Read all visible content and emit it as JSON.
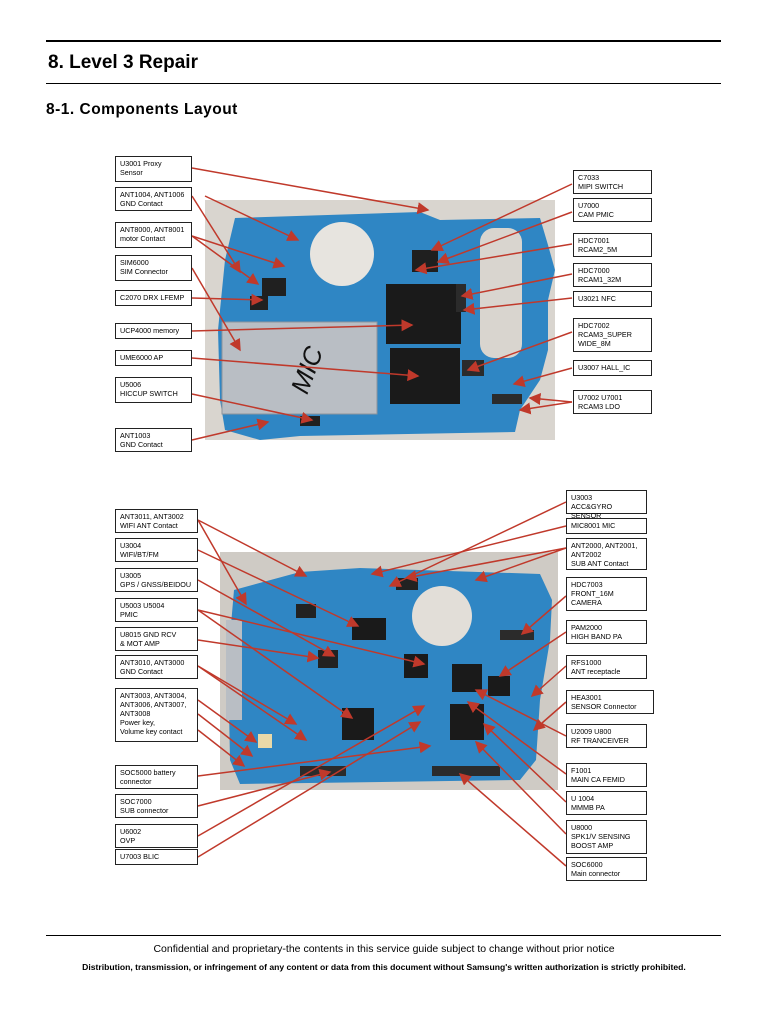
{
  "heading": "8. Level 3 Repair",
  "subheading": "8-1. Components Layout",
  "board_top": {
    "labels": [
      {
        "id": "u3001",
        "text": "U3001  Proxy\nSensor"
      },
      {
        "id": "ant1004",
        "text": "ANT1004, ANT1006\nGND Contact"
      },
      {
        "id": "ant8000",
        "text": "ANT8000, ANT8001\nmotor Contact"
      },
      {
        "id": "sim6000",
        "text": "SIM6000\nSIM Connector"
      },
      {
        "id": "c2070",
        "text": "C2070   DRX LFEMP"
      },
      {
        "id": "ucp4000",
        "text": "UCP4000  memory"
      },
      {
        "id": "ume6000",
        "text": "UME6000  AP"
      },
      {
        "id": "u5006",
        "text": "U5006\nHICCUP  SWITCH"
      },
      {
        "id": "ant1003",
        "text": "ANT1003\nGND Contact"
      },
      {
        "id": "c7033",
        "text": "C7033\nMIPI SWITCH"
      },
      {
        "id": "u7000",
        "text": "U7000\nCAM PMIC"
      },
      {
        "id": "hdc7001",
        "text": "HDC7001\nRCAM2_5M"
      },
      {
        "id": "hdc7000",
        "text": "HDC7000\nRCAM1_32M"
      },
      {
        "id": "u3021",
        "text": "U3021  NFC"
      },
      {
        "id": "hdc7002",
        "text": "HDC7002\nRCAM3_SUPER\nWIDE_8M"
      },
      {
        "id": "u3007",
        "text": "U3007  HALL_IC"
      },
      {
        "id": "u7002",
        "text": "U7002  U7001\nRCAM3 LDO"
      }
    ]
  },
  "board_bottom": {
    "labels": [
      {
        "id": "ant3011",
        "text": "ANT3011, ANT3002\nWIFI ANT Contact"
      },
      {
        "id": "u3004",
        "text": "U3004\nWIFI/BT/FM"
      },
      {
        "id": "u3005",
        "text": "U3005\nGPS / GNSS/BEIDOU"
      },
      {
        "id": "u5003",
        "text": "U5003  U5004\nPMIC"
      },
      {
        "id": "u8015",
        "text": "U8015 GND       RCV\n& MOT AMP"
      },
      {
        "id": "ant3010",
        "text": "ANT3010, ANT3000\nGND Contact"
      },
      {
        "id": "ant3003",
        "text": "ANT3003, ANT3004,\nANT3006, ANT3007,\nANT3008\nPower key,\nVolume key contact"
      },
      {
        "id": "soc5000",
        "text": "SOC5000    battery\nconnector"
      },
      {
        "id": "soc7000",
        "text": "SOC7000\nSUB connector"
      },
      {
        "id": "u6002",
        "text": "U6002\nOVP"
      },
      {
        "id": "u7003",
        "text": "U7003             BLIC"
      },
      {
        "id": "u3003",
        "text": "U3003\nACC&GYRO SENSOR"
      },
      {
        "id": "mic8001",
        "text": "MIC8001  MIC"
      },
      {
        "id": "ant2000",
        "text": "ANT2000, ANT2001,\nANT2002\nSUB ANT  Contact"
      },
      {
        "id": "hdc7003",
        "text": "HDC7003\nFRONT_16M\nCAMERA"
      },
      {
        "id": "pam2000",
        "text": "PAM2000\nHIGH BAND PA"
      },
      {
        "id": "rfs1000",
        "text": "RFS1000\nANT receptacle"
      },
      {
        "id": "hea3001",
        "text": "HEA3001\nSENSOR  Connector"
      },
      {
        "id": "u2009",
        "text": "U2009          U800\nRF TRANCEIVER"
      },
      {
        "id": "f1001",
        "text": "F1001\nMAIN CA FEMID"
      },
      {
        "id": "u1004",
        "text": "U 1004\nMMMB PA"
      },
      {
        "id": "u8000",
        "text": "U8000\nSPK1/V SENSING\nBOOST AMP"
      },
      {
        "id": "soc6000",
        "text": "SOC6000\nMain  connector"
      }
    ]
  },
  "board_top_chip_text": "MIC",
  "footer": {
    "line1": "Confidential and proprietary-the contents in this service guide subject to change without prior notice",
    "line2": "Distribution, transmission, or infringement of any content or data from this document without Samsung's written authorization is strictly prohibited."
  },
  "colors": {
    "pcb": "#2f86c4",
    "pcb_dark": "#1d5f95",
    "leader": "#c0392b",
    "chip": "#1a1a1a",
    "shield": "#b9bec4"
  }
}
